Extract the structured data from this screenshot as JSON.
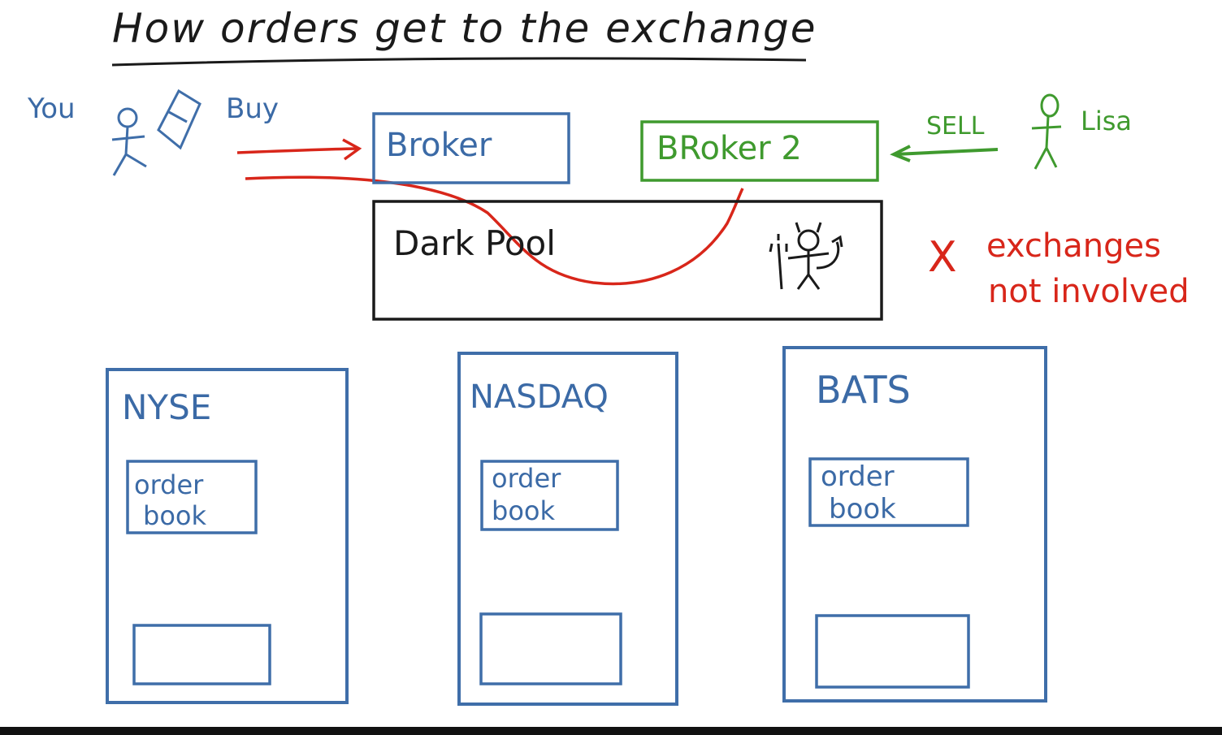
{
  "title": "How orders get to the exchange",
  "you": {
    "label": "You",
    "action": "Buy"
  },
  "broker": {
    "label": "Broker"
  },
  "broker2": {
    "label": "BRoker 2"
  },
  "lisa": {
    "label": "Lisa",
    "action": "SELL"
  },
  "dark_pool": {
    "label": "Dark Pool"
  },
  "note": {
    "mark": "X",
    "line1": "exchanges",
    "line2": "not involved"
  },
  "exchanges": [
    {
      "name": "NYSE",
      "book_line1": "order",
      "book_line2": "book"
    },
    {
      "name": "NASDAQ",
      "book_line1": "order",
      "book_line2": "book"
    },
    {
      "name": "BATS",
      "book_line1": "order",
      "book_line2": "book"
    }
  ],
  "colors": {
    "ink_blue": "#3b6aa6",
    "ink_black": "#1a1a1a",
    "ink_green": "#3f9a2e",
    "ink_red": "#d8261a"
  }
}
